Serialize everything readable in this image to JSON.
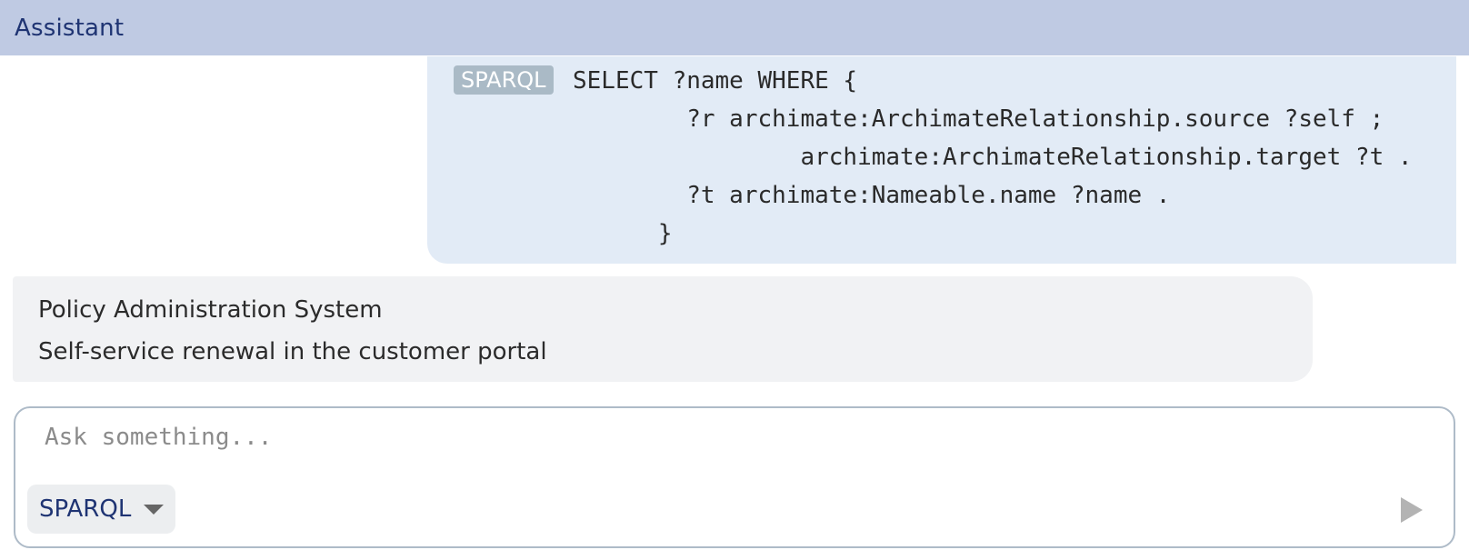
{
  "header": {
    "title": "Assistant"
  },
  "conversation": {
    "user_message": {
      "language_badge": "SPARQL",
      "code": "SELECT ?name WHERE {\n        ?r archimate:ArchimateRelationship.source ?self ;\n                archimate:ArchimateRelationship.target ?t .\n        ?t archimate:Nameable.name ?name .\n      }"
    },
    "assistant_message": {
      "lines": [
        "Policy Administration System",
        "Self-service renewal in the customer portal"
      ]
    }
  },
  "composer": {
    "placeholder": "Ask something...",
    "value": "",
    "language_select": {
      "selected": "SPARQL"
    },
    "send_icon": "play-triangle-icon"
  },
  "colors": {
    "header_bg": "#bfcae3",
    "header_text": "#1f3473",
    "user_bubble_bg": "#e2ebf6",
    "assistant_bubble_bg": "#f1f2f4",
    "badge_bg": "#aabac6"
  }
}
